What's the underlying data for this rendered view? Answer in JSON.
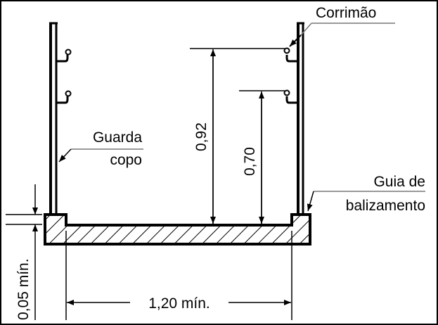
{
  "labels": {
    "handrail": "Corrimão",
    "guard_line1": "Guarda",
    "guard_line2": "copo",
    "guide_line1": "Guia de",
    "guide_line2": "balizamento"
  },
  "dimensions": {
    "handrail_upper": "0,92",
    "handrail_lower": "0,70",
    "guide_height": "0,05 mín.",
    "width": "1,20 mín."
  },
  "colors": {
    "line": "#000000",
    "leader": "#999999"
  }
}
